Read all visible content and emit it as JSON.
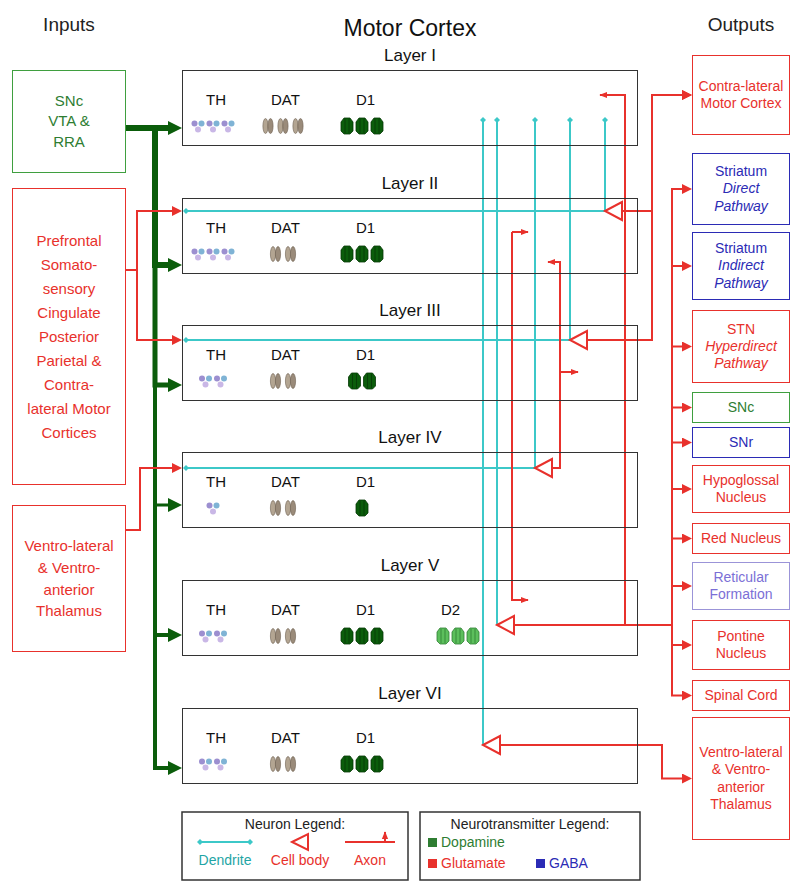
{
  "diagram": {
    "title": "Motor Cortex",
    "nodes": [
      {
        "text": [
          "SNc VTA & RRA"
        ]
      },
      {
        "text": [
          "Prefrontal Somato-sensory Cingulate Posterior Parietal & Contra-lateral Motor Cortices"
        ]
      },
      {
        "text": [
          "Ventro-lateral & Ventro-anterior Thalamus"
        ]
      },
      {
        "text": [
          "Layer I",
          "TH",
          "DAT",
          "D1"
        ]
      },
      {
        "text": [
          "Layer II",
          "TH",
          "DAT",
          "D1"
        ]
      },
      {
        "text": [
          "Layer III",
          "TH",
          "DAT",
          "D1"
        ]
      },
      {
        "text": [
          "Layer IV",
          "TH",
          "DAT",
          "D1"
        ]
      },
      {
        "text": [
          "Layer V",
          "TH",
          "DAT",
          "D1",
          "D2"
        ]
      },
      {
        "text": [
          "Layer VI",
          "TH",
          "DAT",
          "D1"
        ]
      },
      {
        "text": [
          "Contra-lateral Motor Cortex"
        ]
      },
      {
        "text": [
          "Striatum",
          "Direct Pathway"
        ]
      },
      {
        "text": [
          "Striatum",
          "Indirect Pathway"
        ]
      },
      {
        "text": [
          "STN",
          "Hyperdirect Pathway"
        ]
      },
      {
        "text": [
          "SNc"
        ]
      },
      {
        "text": [
          "SNr"
        ]
      },
      {
        "text": [
          "Hypoglossal Nucleus"
        ]
      },
      {
        "text": [
          "Red Nucleus"
        ]
      },
      {
        "text": [
          "Reticular Formation"
        ]
      },
      {
        "text": [
          "Pontine Nucleus"
        ]
      },
      {
        "text": [
          "Spinal Cord"
        ]
      },
      {
        "text": [
          "Ventro-lateral & Ventro-anterior Thalamus"
        ]
      }
    ],
    "edges": [
      {
        "from": 0,
        "to": 3,
        "arrow": "to"
      },
      {
        "from": 0,
        "to": 4,
        "arrow": "to"
      },
      {
        "from": 0,
        "to": 5,
        "arrow": "to"
      },
      {
        "from": 0,
        "to": 6,
        "arrow": "to"
      },
      {
        "from": 0,
        "to": 7,
        "arrow": "to"
      },
      {
        "from": 0,
        "to": 8,
        "arrow": "to"
      },
      {
        "from": 1,
        "to": 4,
        "arrow": "to"
      },
      {
        "from": 1,
        "to": 5,
        "arrow": "to"
      },
      {
        "from": 2,
        "to": 6,
        "arrow": "to"
      },
      {
        "from": 4,
        "to": 9,
        "arrow": "to"
      },
      {
        "from": 5,
        "to": 9,
        "arrow": "to"
      },
      {
        "from": 7,
        "to": 10,
        "arrow": "to"
      },
      {
        "from": 7,
        "to": 11,
        "arrow": "to"
      },
      {
        "from": 7,
        "to": 12,
        "arrow": "to"
      },
      {
        "from": 7,
        "to": 13,
        "arrow": "to"
      },
      {
        "from": 7,
        "to": 14,
        "arrow": "to"
      },
      {
        "from": 7,
        "to": 15,
        "arrow": "to"
      },
      {
        "from": 7,
        "to": 16,
        "arrow": "to"
      },
      {
        "from": 7,
        "to": 17,
        "arrow": "to"
      },
      {
        "from": 7,
        "to": 18,
        "arrow": "to"
      },
      {
        "from": 7,
        "to": 19,
        "arrow": "to"
      },
      {
        "from": 8,
        "to": 20,
        "arrow": "to"
      }
    ],
    "labels": [
      "Inputs",
      "Outputs",
      "Neuron Legend:",
      "Neurotransmitter Legend:"
    ],
    "legend": [
      {
        "text": "Dendrite"
      },
      {
        "text": "Cell body"
      },
      {
        "text": "Axon"
      },
      {
        "text": "Dopamine",
        "color": "#2e7d32"
      },
      {
        "text": "Glutamate",
        "color": "#e8312c"
      },
      {
        "text": "GABA",
        "color": "#2b2bb5"
      }
    ]
  }
}
